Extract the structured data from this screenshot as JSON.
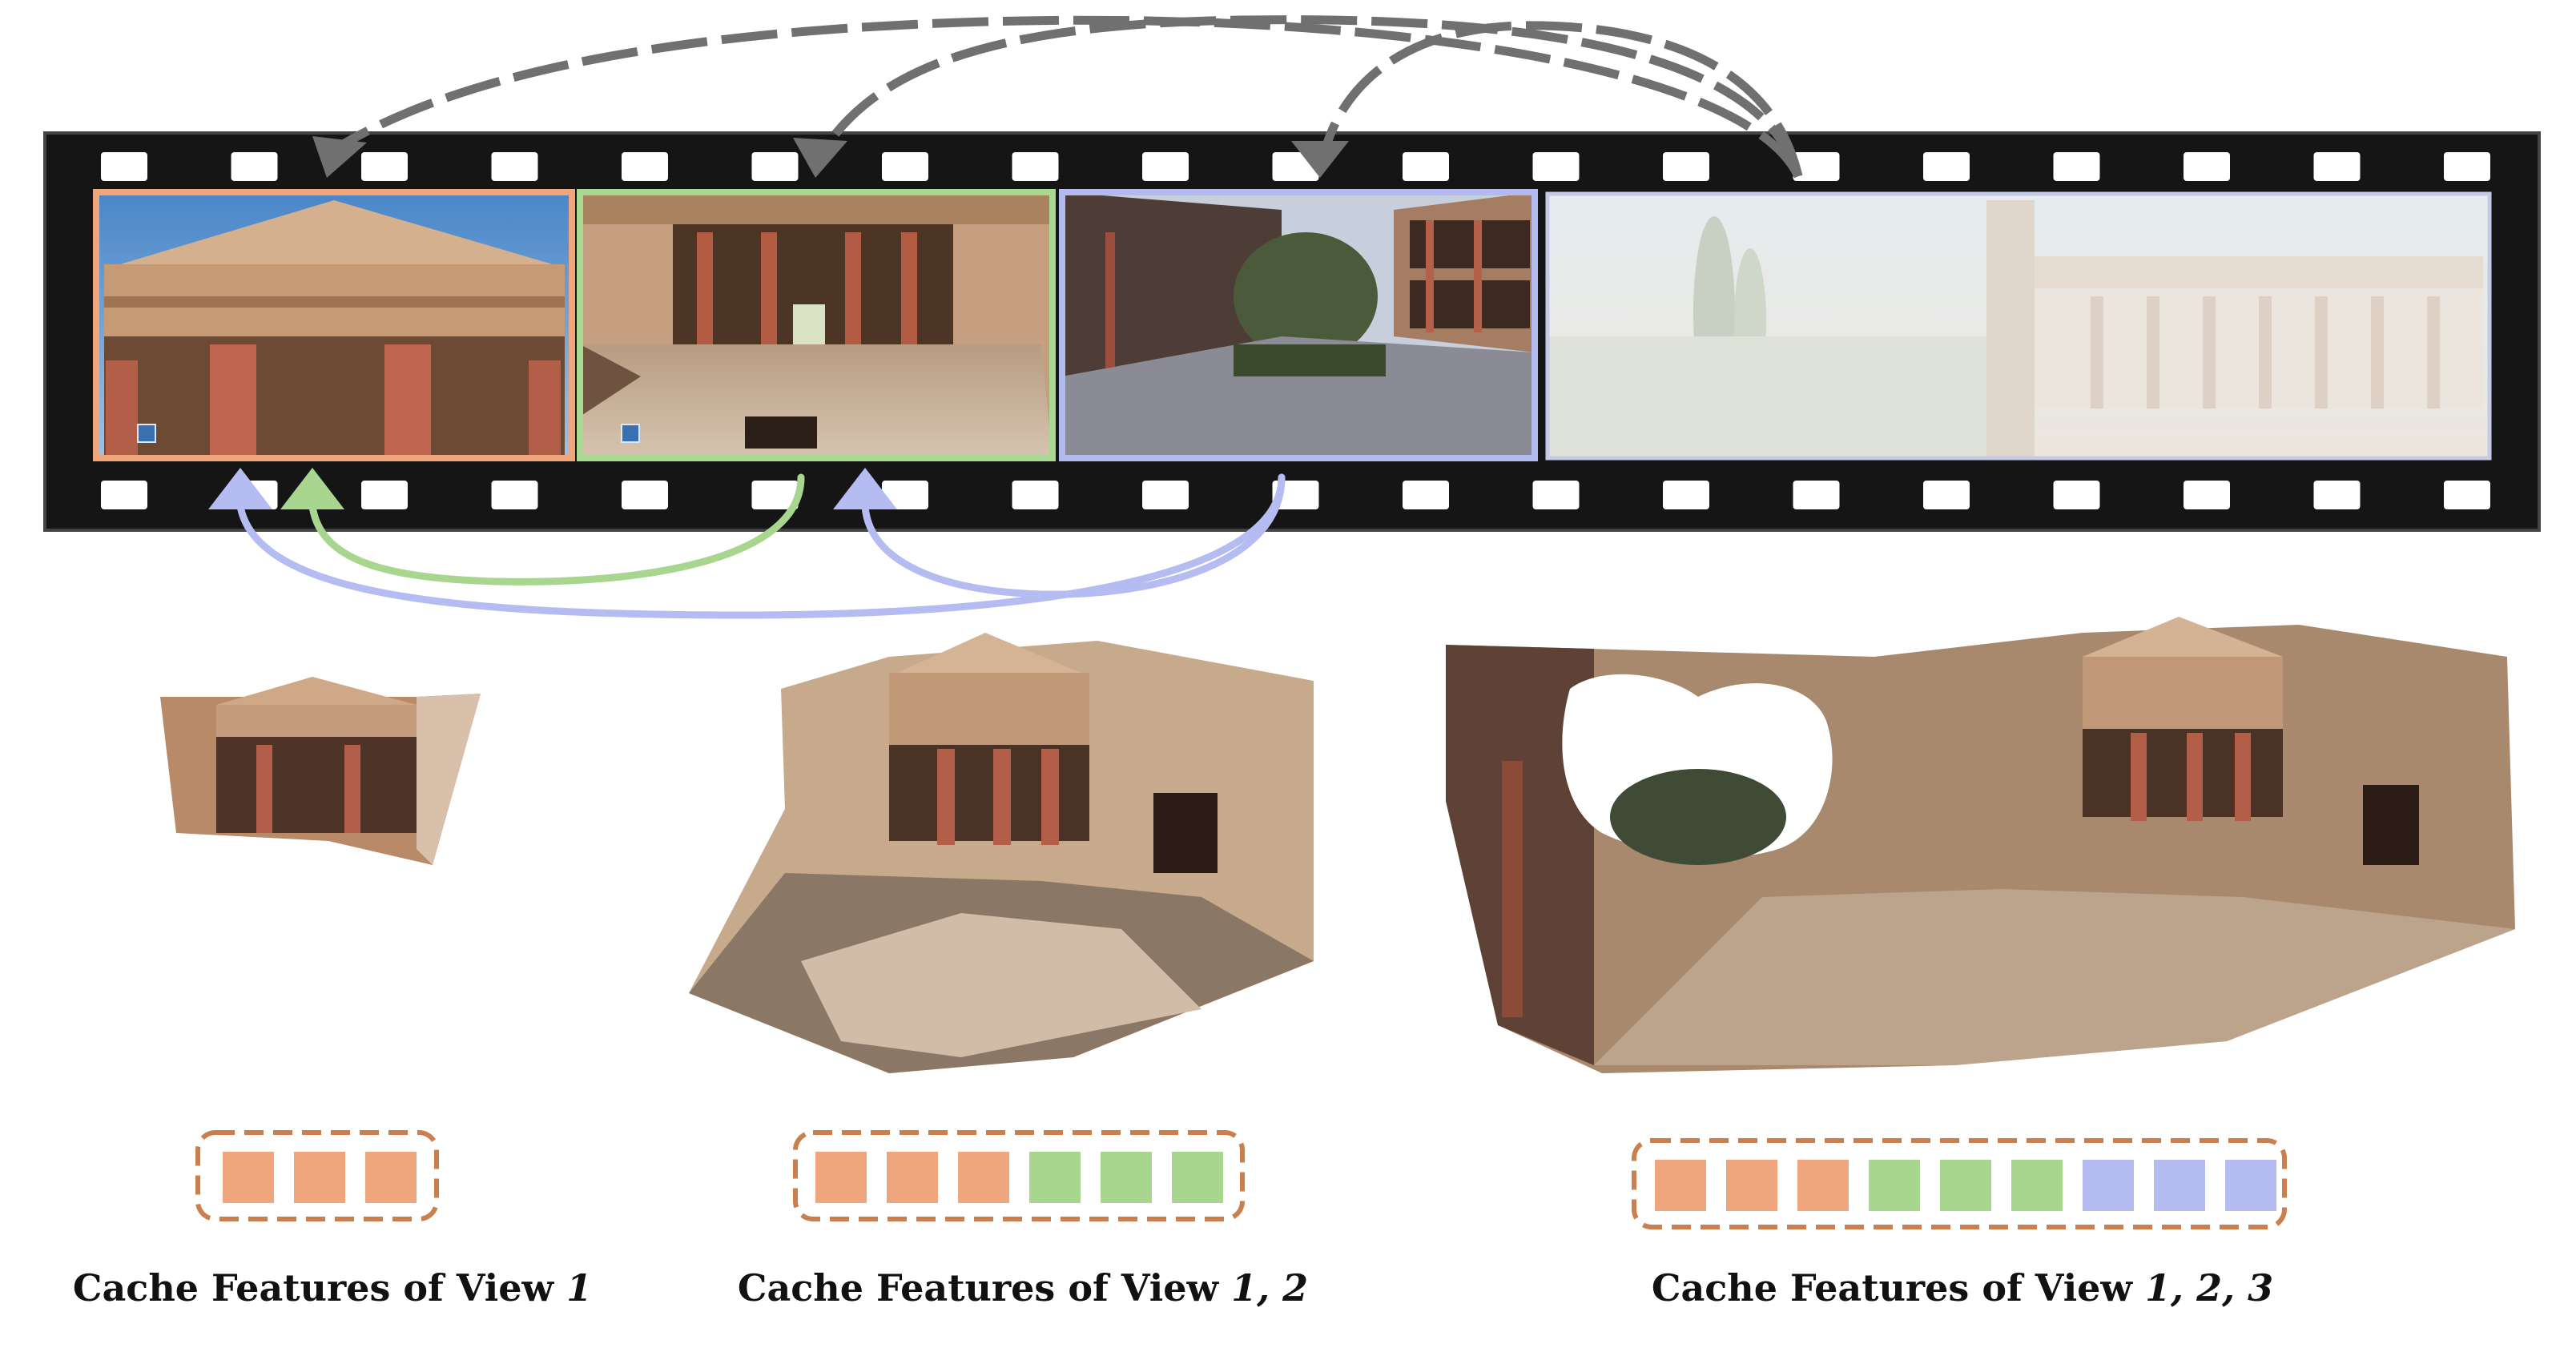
{
  "colors": {
    "view1": "#f0a67c",
    "view2": "#a8d68f",
    "view3": "#b4bcf2",
    "view1_border": "#f0a67c",
    "view2_border": "#a9d890",
    "view3_border": "#b3baf0",
    "film": "#151515",
    "sprocket": "#ffffff",
    "top_arrow": "#707070",
    "cache_border": "#c97f4e"
  },
  "captions": [
    {
      "prefix": "Cache Features of View ",
      "numbers": "1"
    },
    {
      "prefix": "Cache Features of View ",
      "numbers": "1, 2"
    },
    {
      "prefix": "Cache Features of View ",
      "numbers": "1, 2, 3"
    }
  ],
  "cache_groups": [
    {
      "tokens": [
        "view1",
        "view1",
        "view1"
      ]
    },
    {
      "tokens": [
        "view1",
        "view1",
        "view1",
        "view2",
        "view2",
        "view2"
      ]
    },
    {
      "tokens": [
        "view1",
        "view1",
        "view1",
        "view2",
        "view2",
        "view2",
        "view3",
        "view3",
        "view3"
      ]
    }
  ],
  "frames": [
    {
      "view": "view1",
      "content": "temple-facade-image"
    },
    {
      "view": "view2",
      "content": "colonnade-courtyard-image"
    },
    {
      "view": "view3",
      "content": "courtyard-garden-image"
    },
    {
      "view": "future",
      "content": "faded-panorama-image"
    }
  ],
  "icons": {
    "arrows_top": "dashed-memory-retrieval-arrows",
    "arrows_bottom": "feature-cache-arrows",
    "point_clouds": "reconstructed-point-cloud-images"
  }
}
